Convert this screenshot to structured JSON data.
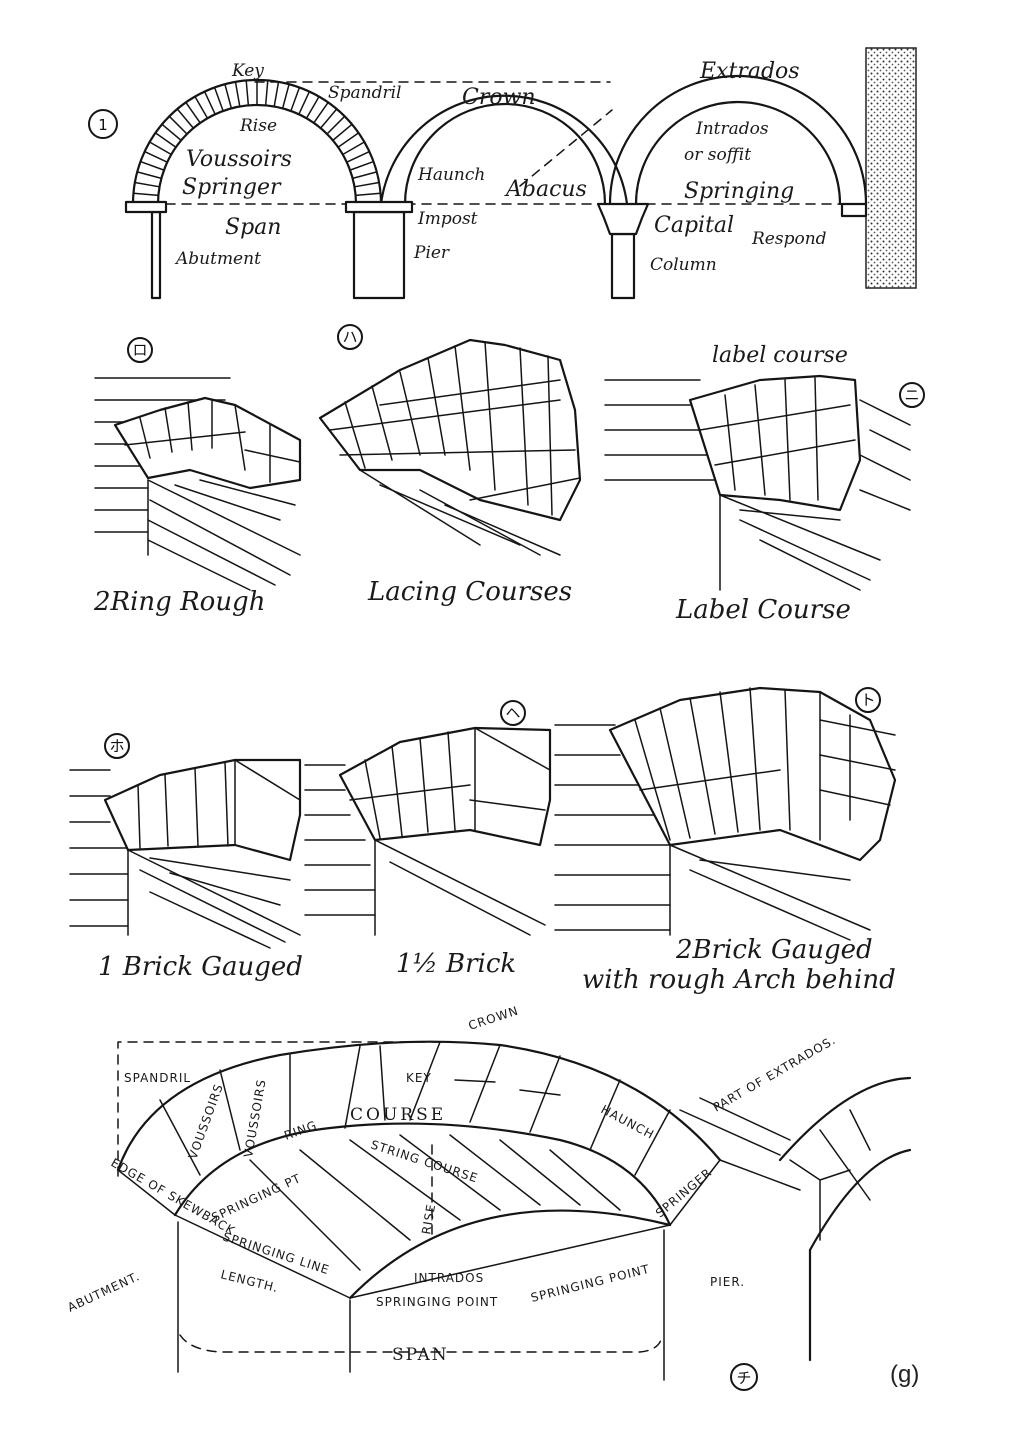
{
  "panel1": {
    "marker": "1",
    "labels": {
      "key": "Key",
      "spandril": "Spandril",
      "crown": "Crown",
      "extrados": "Extrados",
      "rise": "Rise",
      "voussoirs": "Voussoirs",
      "springer": "Springer",
      "haunch": "Haunch",
      "intrados": "Intrados",
      "soffit": "or soffit",
      "abacus": "Abacus",
      "springing": "Springing",
      "span": "Span",
      "impost": "Impost",
      "capital": "Capital",
      "respond": "Respond",
      "abutment": "Abutment",
      "pier": "Pier",
      "column": "Column"
    }
  },
  "row2": [
    {
      "marker": "ロ",
      "caption": "2Ring Rough"
    },
    {
      "marker": "ハ",
      "caption": "Lacing Courses"
    },
    {
      "marker": "ニ",
      "caption": "Label Course",
      "note": "label course"
    }
  ],
  "row3": [
    {
      "marker": "ホ",
      "caption": "1 Brick Gauged"
    },
    {
      "marker": "ヘ",
      "caption": "1½ Brick"
    },
    {
      "marker": "ト",
      "caption_line1": "2Brick Gauged",
      "caption_line2": "with rough Arch behind"
    }
  ],
  "panel_g": {
    "marker": "チ",
    "figure_label": "(g)",
    "labels": {
      "crown": "CROWN",
      "spandril": "SPANDRIL",
      "key": "KEY",
      "part_extrados": "PART OF EXTRADOS.",
      "voussoirs1": "VOUSSOIRS",
      "voussoirs2": "VOUSSOIRS",
      "ring": "RING",
      "course": "COURSE",
      "haunch": "HAUNCH",
      "string_course": "STRING COURSE",
      "edge_skewback": "EDGE OF SKEWBACK.",
      "springing_pt": "SPRINGING PT",
      "rise": "RISE",
      "springer": "SPRINGER",
      "springing_line": "SPRINGING LINE",
      "abutment": "ABUTMENT.",
      "length": "LENGTH.",
      "intrados": "INTRADOS",
      "springing_point1": "SPRINGING POINT",
      "springing_point2": "SPRINGING POINT",
      "pier": "PIER.",
      "span": "SPAN"
    }
  }
}
